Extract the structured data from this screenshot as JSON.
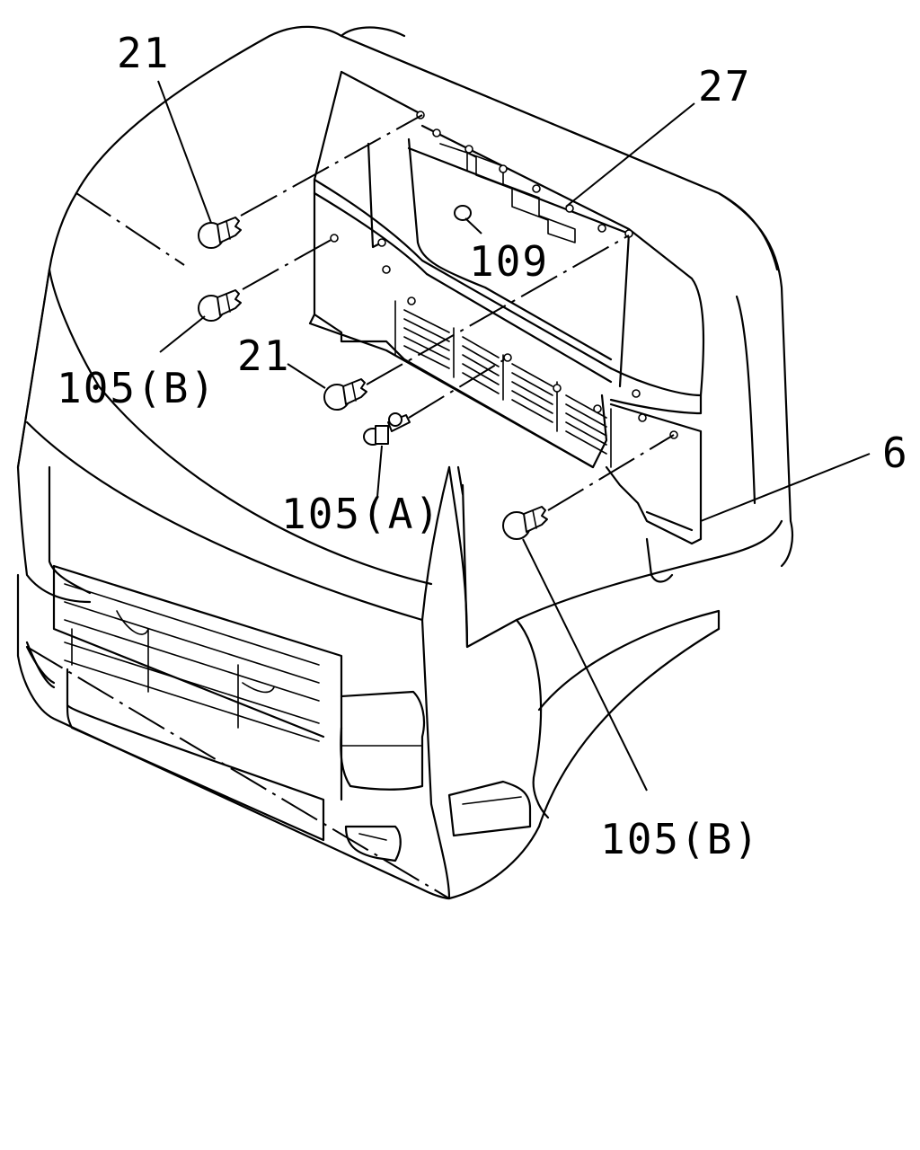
{
  "callouts": {
    "c21_top": "21",
    "c27": "27",
    "c109": "109",
    "c105b_left": "105(B)",
    "c21_mid": "21",
    "c105a": "105(A)",
    "c6": "6",
    "c105b_bottom": "105(B)"
  }
}
